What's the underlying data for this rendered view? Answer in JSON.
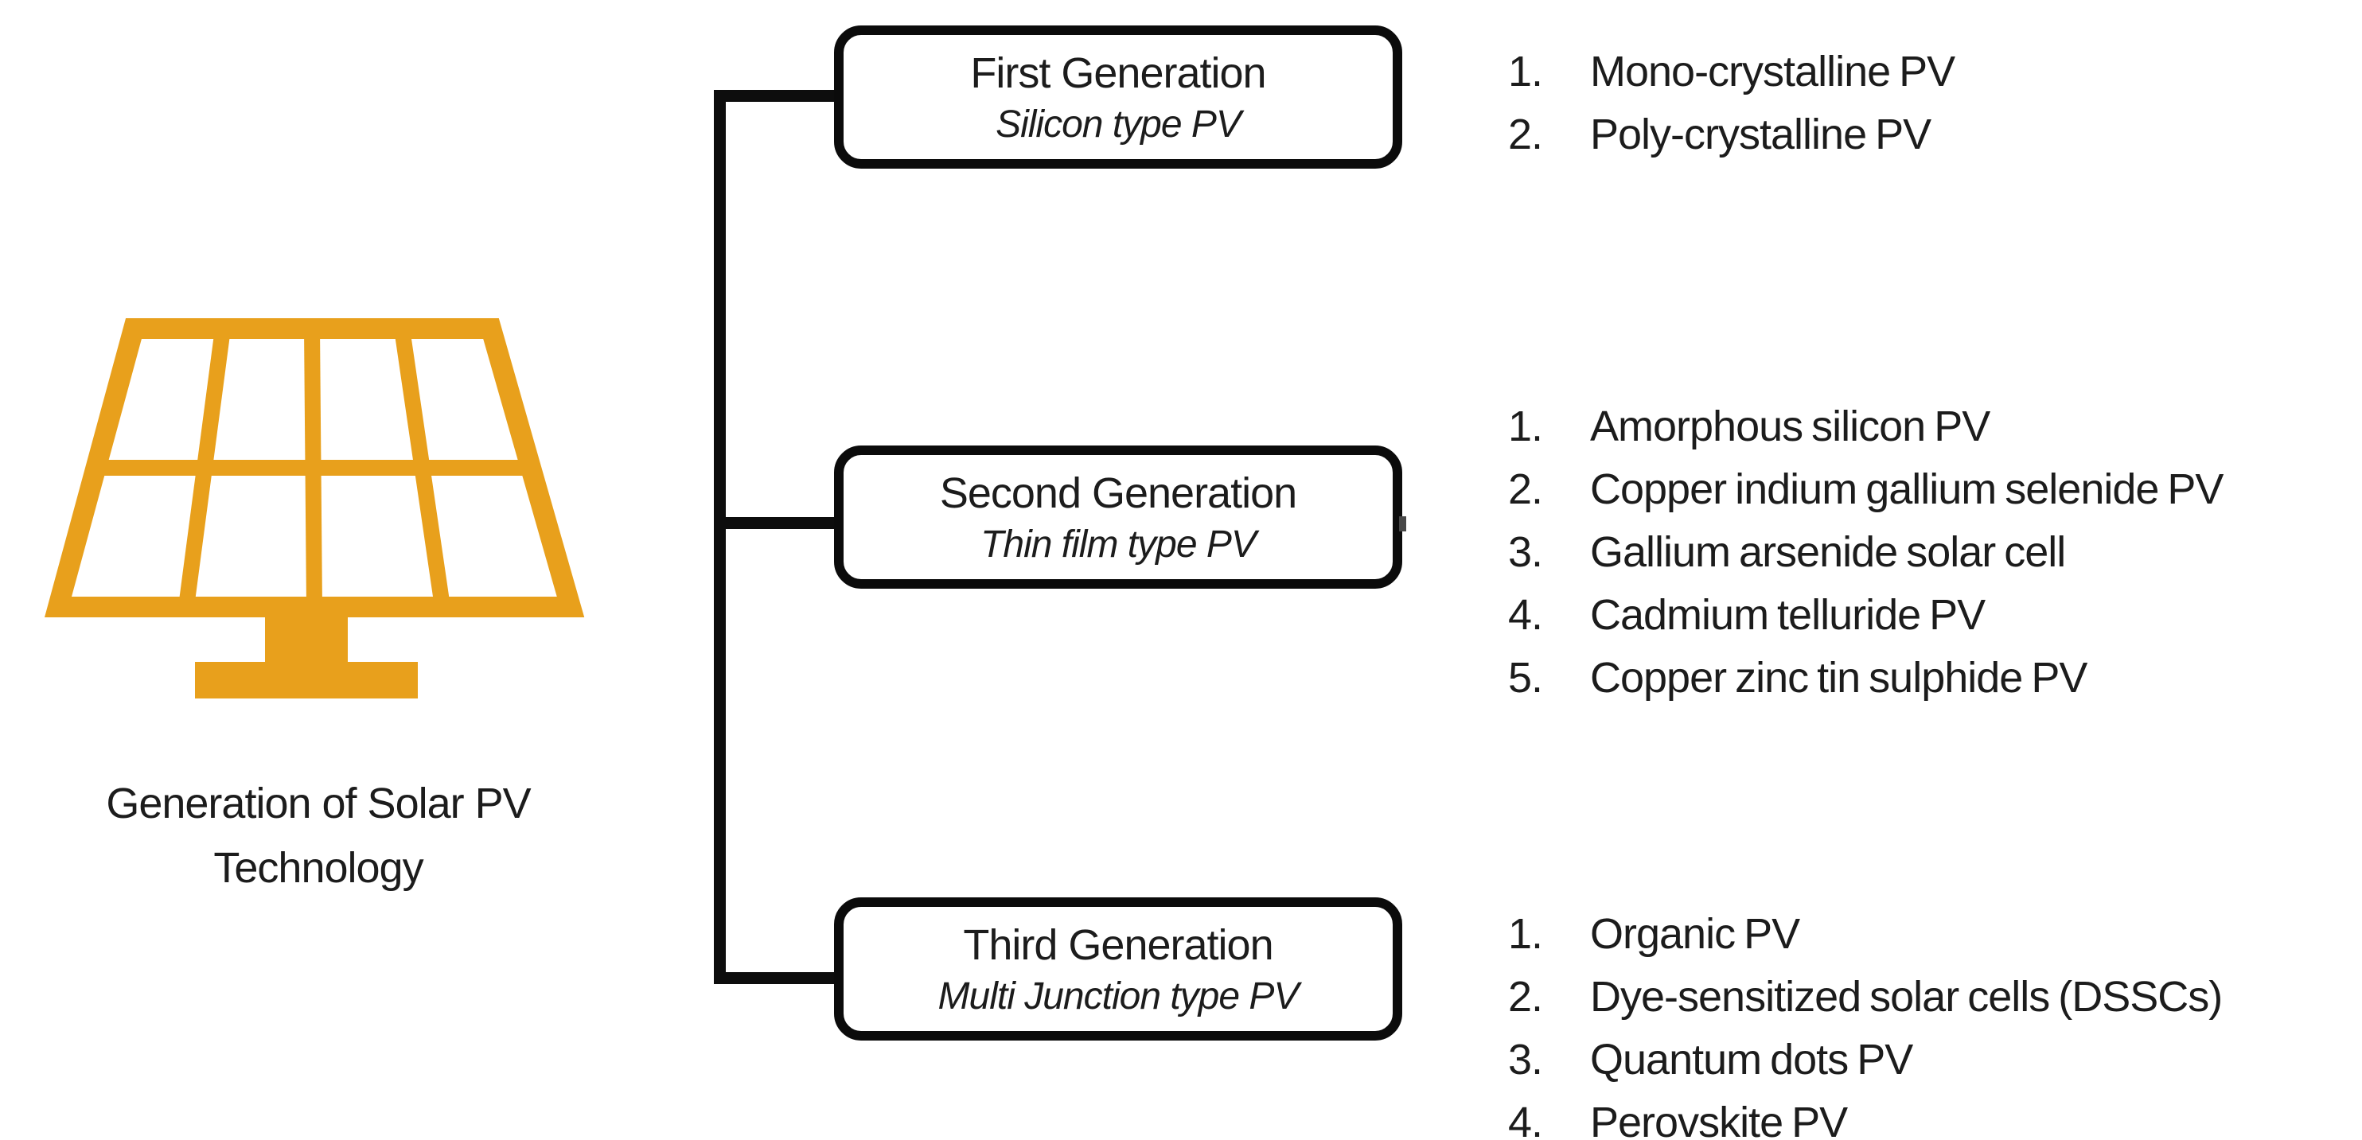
{
  "caption": {
    "line1": "Generation of Solar PV",
    "line2": "Technology"
  },
  "icon": {
    "name": "solar-panel",
    "color": "#E8A01C"
  },
  "generations": [
    {
      "title": "First Generation",
      "subtitle": "Silicon type PV",
      "items": [
        {
          "n": "1.",
          "label": "Mono-crystalline PV"
        },
        {
          "n": "2.",
          "label": "Poly-crystalline PV"
        }
      ]
    },
    {
      "title": "Second Generation",
      "subtitle": "Thin film type PV",
      "items": [
        {
          "n": "1.",
          "label": "Amorphous silicon PV"
        },
        {
          "n": "2.",
          "label": "Copper indium gallium selenide PV"
        },
        {
          "n": "3.",
          "label": "Gallium arsenide solar cell"
        },
        {
          "n": "4.",
          "label": "Cadmium telluride PV"
        },
        {
          "n": "5.",
          "label": "Copper zinc tin sulphide PV"
        }
      ]
    },
    {
      "title": "Third Generation",
      "subtitle": "Multi Junction type PV",
      "items": [
        {
          "n": "1.",
          "label": "Organic PV"
        },
        {
          "n": "2.",
          "label": "Dye-sensitized solar cells (DSSCs)"
        },
        {
          "n": "3.",
          "label": "Quantum dots PV"
        },
        {
          "n": "4.",
          "label": "Perovskite PV"
        }
      ]
    }
  ],
  "colors": {
    "accent": "#E8A01C",
    "line": "#0d0d0d",
    "text": "#1c1c1c"
  }
}
